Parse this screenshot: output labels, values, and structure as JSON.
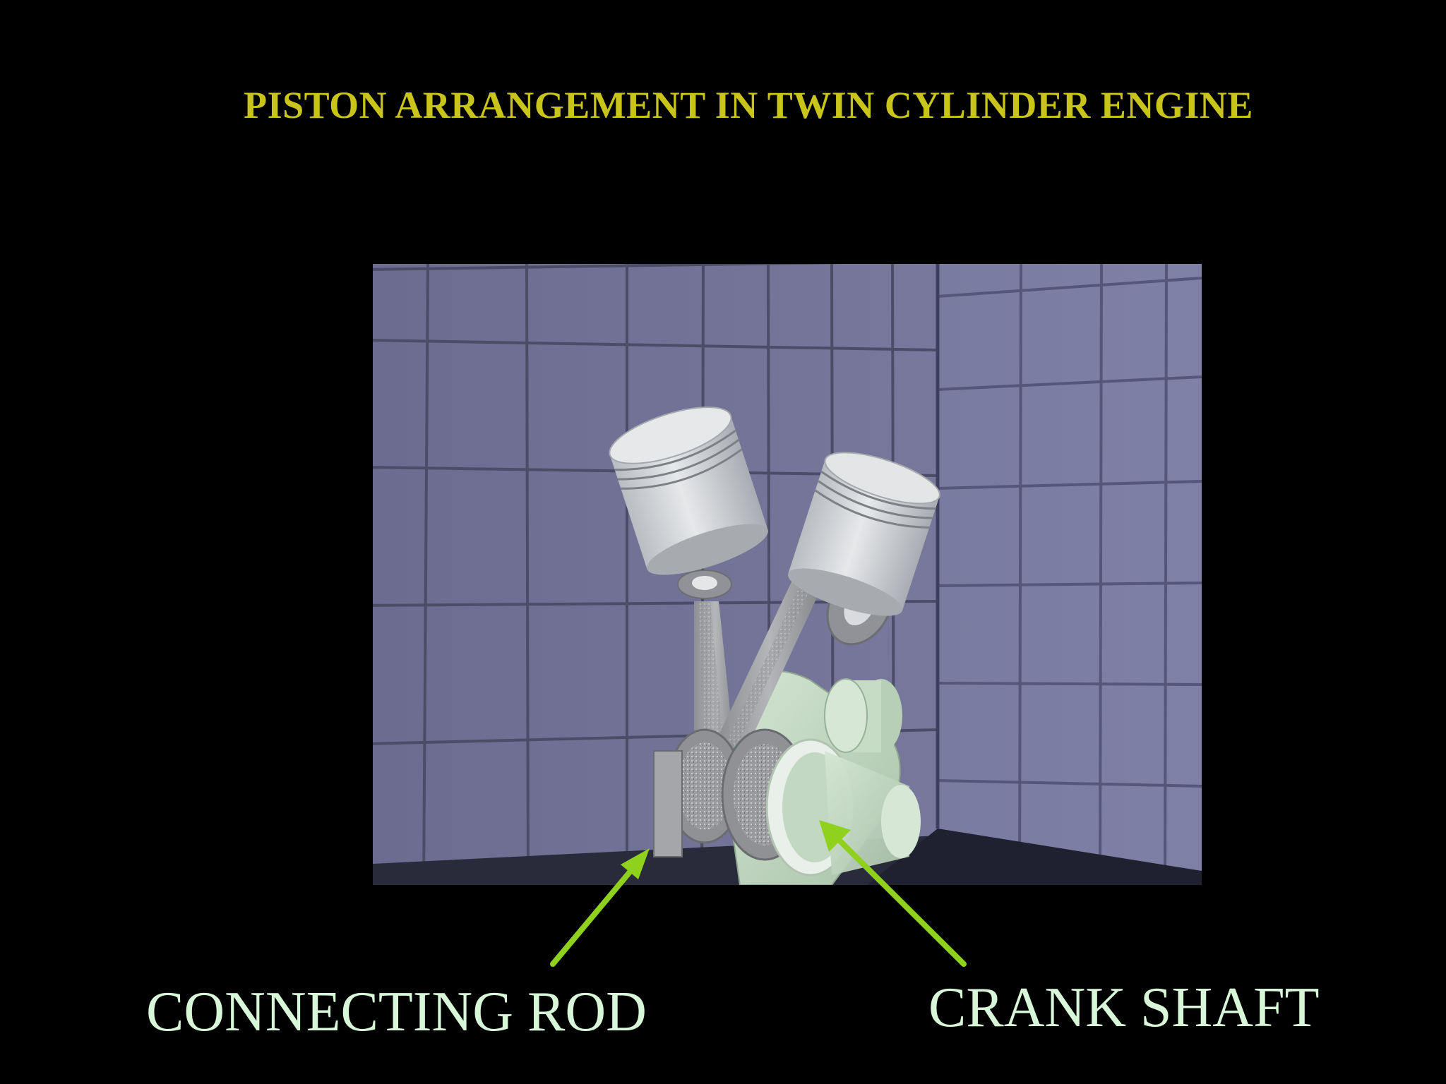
{
  "slide": {
    "title": "PISTON ARRANGEMENT IN TWIN CYLINDER ENGINE",
    "labels": {
      "connecting_rod": "CONNECTING ROD",
      "crank_shaft": "CRANK SHAFT"
    }
  },
  "colors": {
    "background": "#000000",
    "title": "#c9c41a",
    "label_text": "#d8f6d8",
    "arrow": "#8fd11c",
    "wall_tile": "#6f7094",
    "tile_grout": "#4b4c68",
    "piston": "#d4d6d9",
    "crank": "#c3d8c3"
  },
  "icons": {
    "arrow_connecting_rod": "arrow-up-right-icon",
    "arrow_crank_shaft": "arrow-up-left-icon"
  }
}
